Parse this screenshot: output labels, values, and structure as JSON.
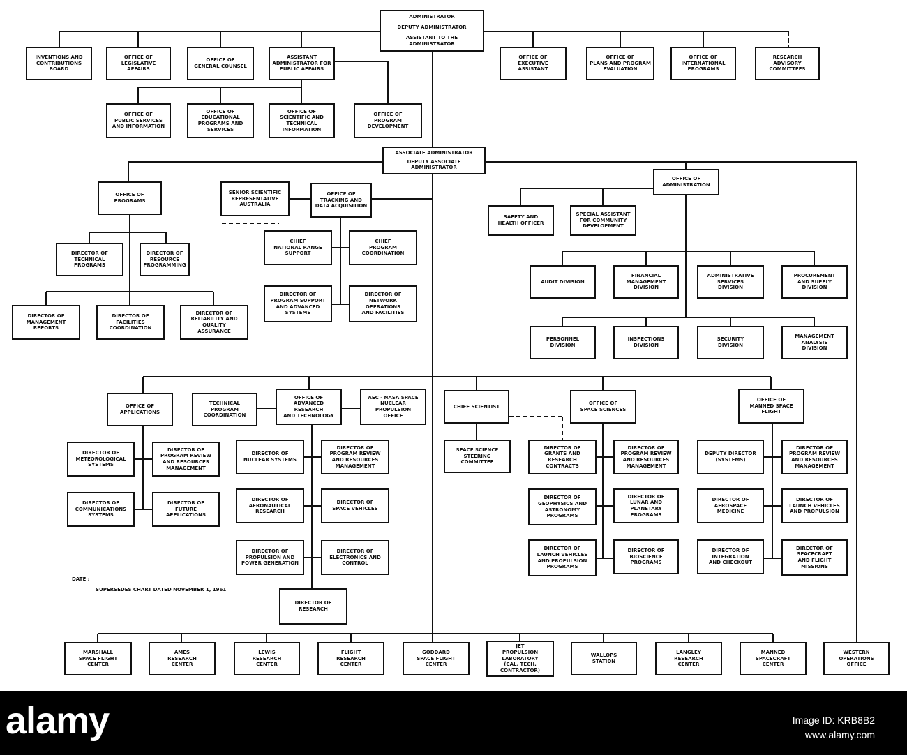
{
  "boxes": {
    "admin": [
      "ADMINISTRATOR",
      "DEPUTY ADMINISTRATOR",
      "ASSISTANT TO THE ADMINISTRATOR"
    ],
    "inventions": "INVENTIONS AND\nCONTRIBUTIONS\nBOARD",
    "legislative": "OFFICE OF\nLEGISLATIVE\nAFFAIRS",
    "counsel": "OFFICE OF\nGENERAL COUNSEL",
    "public_affairs": "ASSISTANT\nADMINISTRATOR FOR\nPUBLIC AFFAIRS",
    "exec_asst": "OFFICE OF\nEXECUTIVE ASSISTANT",
    "plans_eval": "OFFICE OF\nPLANS AND PROGRAM\nEVALUATION",
    "international": "OFFICE OF\nINTERNATIONAL\nPROGRAMS",
    "research_adv": "RESEARCH\nADVISORY\nCOMMITTEES",
    "public_services": "OFFICE OF\nPUBLIC SERVICES\nAND INFORMATION",
    "educational": "OFFICE OF\nEDUCATIONAL\nPROGRAMS AND\nSERVICES",
    "sci_tech_info": "OFFICE OF\nSCIENTIFIC AND\nTECHNICAL\nINFORMATION",
    "program_dev": "OFFICE OF\nPROGRAM\nDEVELOPMENT",
    "assoc_admin": [
      "ASSOCIATE ADMINISTRATOR",
      "DEPUTY ASSOCIATE ADMINISTRATOR"
    ],
    "programs": "OFFICE OF\nPROGRAMS",
    "senior_sci": "SENIOR SCIENTIFIC\nREPRESENTATIVE\nAUSTRALIA",
    "tracking": "OFFICE OF\nTRACKING AND\nDATA ACQUISITION",
    "administration": "OFFICE OF\nADMINISTRATION",
    "safety": "SAFETY AND\nHEALTH OFFICER",
    "special_asst": "SPECIAL ASSISTANT\nFOR COMMUNITY\nDEVELOPMENT",
    "tech_programs": "DIRECTOR OF\nTECHNICAL\nPROGRAMS",
    "resource_prog": "DIRECTOR OF\nRESOURCE\nPROGRAMMING",
    "mgmt_reports": "DIRECTOR OF\nMANAGEMENT\nREPORTS",
    "facilities": "DIRECTOR OF\nFACILITIES\nCOORDINATION",
    "reliability": "DIRECTOR OF\nRELIABILITY AND\nQUALITY\nASSURANCE",
    "national_range": "CHIEF\nNATIONAL RANGE\nSUPPORT",
    "program_coord": "CHIEF\nPROGRAM\nCOORDINATION",
    "program_support": "DIRECTOR OF\nPROGRAM SUPPORT\nAND ADVANCED\nSYSTEMS",
    "network_ops": "DIRECTOR OF\nNETWORK OPERATIONS\nAND FACILITIES",
    "audit": "AUDIT DIVISION",
    "financial": "FINANCIAL\nMANAGEMENT\nDIVISION",
    "admin_services": "ADMINISTRATIVE\nSERVICES\nDIVISION",
    "procurement": "PROCUREMENT\nAND SUPPLY\nDIVISION",
    "personnel": "PERSONNEL\nDIVISION",
    "inspections": "INSPECTIONS\nDIVISION",
    "security": "SECURITY\nDIVISION",
    "mgmt_analysis": "MANAGEMENT\nANALYSIS\nDIVISION",
    "applications": "OFFICE OF\nAPPLICATIONS",
    "tech_prog_coord": "TECHNICAL PROGRAM\nCOORDINATION",
    "adv_research": "OFFICE OF\nADVANCED RESEARCH\nAND TECHNOLOGY",
    "aec_nasa": "AEC - NASA SPACE\nNUCLEAR PROPULSION\nOFFICE",
    "chief_sci": "CHIEF SCIENTIST",
    "space_sciences": "OFFICE OF\nSPACE SCIENCES",
    "manned": "OFFICE OF\nMANNED SPACE\nFLIGHT",
    "meteorological": "DIRECTOR OF\nMETEOROLOGICAL\nSYSTEMS",
    "app_review": "DIRECTOR OF\nPROGRAM REVIEW\nAND RESOURCES\nMANAGEMENT",
    "communications": "DIRECTOR OF\nCOMMUNICATIONS\nSYSTEMS",
    "future_apps": "DIRECTOR OF\nFUTURE\nAPPLICATIONS",
    "nuclear": "DIRECTOR OF\nNUCLEAR SYSTEMS",
    "art_review": "DIRECTOR OF\nPROGRAM REVIEW\nAND RESOURCES\nMANAGEMENT",
    "aeronautical": "DIRECTOR OF\nAERONAUTICAL\nRESEARCH",
    "space_vehicles": "DIRECTOR OF\nSPACE VEHICLES",
    "propulsion_power": "DIRECTOR OF\nPROPULSION AND\nPOWER GENERATION",
    "electronics": "DIRECTOR OF\nELECTRONICS AND\nCONTROL",
    "research_dir": "DIRECTOR OF\nRESEARCH",
    "steering": "SPACE SCIENCE\nSTEERING\nCOMMITTEE",
    "grants": "DIRECTOR OF\nGRANTS AND RESEARCH\nCONTRACTS",
    "ss_review": "DIRECTOR OF\nPROGRAM REVIEW\nAND RESOURCES\nMANAGEMENT",
    "geophysics": "DIRECTOR OF\nGEOPHYSICS AND\nASTRONOMY\nPROGRAMS",
    "lunar": "DIRECTOR OF\nLUNAR AND\nPLANETARY PROGRAMS",
    "ss_launch": "DIRECTOR OF\nLAUNCH VEHICLES\nAND PROPULSION\nPROGRAMS",
    "bioscience": "DIRECTOR OF\nBIOSCIENCE\nPROGRAMS",
    "deputy_systems": "DEPUTY DIRECTOR\n(SYSTEMS)",
    "msf_review": "DIRECTOR OF\nPROGRAM REVIEW\nAND RESOURCES\nMANAGEMENT",
    "aerospace_med": "DIRECTOR OF\nAEROSPACE\nMEDICINE",
    "msf_launch": "DIRECTOR OF\nLAUNCH VEHICLES\nAND PROPULSION",
    "integration": "DIRECTOR OF\nINTEGRATION\nAND CHECKOUT",
    "spacecraft": "DIRECTOR OF\nSPACECRAFT\nAND FLIGHT\nMISSIONS",
    "marshall": "MARSHALL\nSPACE FLIGHT\nCENTER",
    "ames": "AMES\nRESEARCH\nCENTER",
    "lewis": "LEWIS\nRESEARCH\nCENTER",
    "flight_res": "FLIGHT\nRESEARCH\nCENTER",
    "goddard": "GODDARD\nSPACE FLIGHT\nCENTER",
    "jpl": "JET\nPROPULSION\nLABORATORY\n(Cal. Tech. Contractor)",
    "wallops": "WALLOPS\nSTATION",
    "langley": "LANGLEY\nRESEARCH\nCENTER",
    "msc": "MANNED\nSPACECRAFT\nCENTER",
    "western": "WESTERN\nOPERATIONS\nOFFICE"
  },
  "notes": {
    "date": "DATE :",
    "supersedes": "SUPERSEDES CHART DATED NOVEMBER 1, 1961"
  },
  "footer": {
    "logo": "alamy",
    "image_id": "Image ID: KRB8B2",
    "site": "www.alamy.com"
  }
}
